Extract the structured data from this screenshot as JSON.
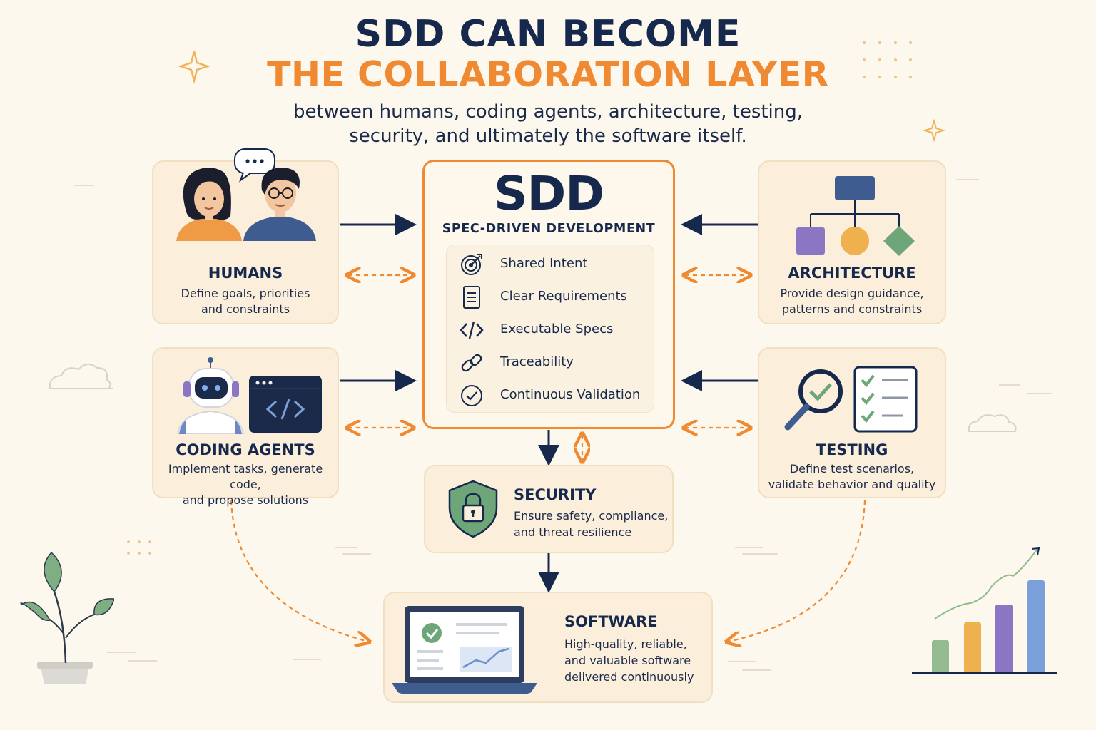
{
  "header": {
    "title_line1": "SDD CAN BECOME",
    "title_line2": "THE COLLABORATION LAYER",
    "subtitle_line1": "between humans, coding agents, architecture, testing,",
    "subtitle_line2": "security, and ultimately the software itself."
  },
  "center": {
    "title": "SDD",
    "subtitle": "SPEC-DRIVEN DEVELOPMENT",
    "items": [
      {
        "label": "Shared Intent",
        "icon": "target-icon"
      },
      {
        "label": "Clear Requirements",
        "icon": "document-icon"
      },
      {
        "label": "Executable Specs",
        "icon": "code-icon"
      },
      {
        "label": "Traceability",
        "icon": "link-icon"
      },
      {
        "label": "Continuous Validation",
        "icon": "check-circle-icon"
      }
    ]
  },
  "humans": {
    "title": "HUMANS",
    "desc_line1": "Define goals, priorities",
    "desc_line2": "and constraints"
  },
  "architecture": {
    "title": "ARCHITECTURE",
    "desc_line1": "Provide design guidance,",
    "desc_line2": "patterns and constraints"
  },
  "agents": {
    "title": "CODING AGENTS",
    "desc_line1": "Implement tasks, generate code,",
    "desc_line2": "and propose solutions"
  },
  "testing": {
    "title": "TESTING",
    "desc_line1": "Define test scenarios,",
    "desc_line2": "validate behavior and quality"
  },
  "security": {
    "title": "SECURITY",
    "desc_line1": "Ensure safety, compliance,",
    "desc_line2": "and threat resilience"
  },
  "software": {
    "title": "SOFTWARE",
    "desc_line1": "High-quality, reliable,",
    "desc_line2": "and valuable software",
    "desc_line3": "delivered continuously"
  },
  "colors": {
    "navy": "#16294d",
    "orange": "#ef8a33",
    "card_bg": "#fbefdc",
    "page_bg": "#fdf8ee",
    "green": "#5a9a6e",
    "purple": "#8a76c2",
    "blue": "#3e5c8f"
  }
}
